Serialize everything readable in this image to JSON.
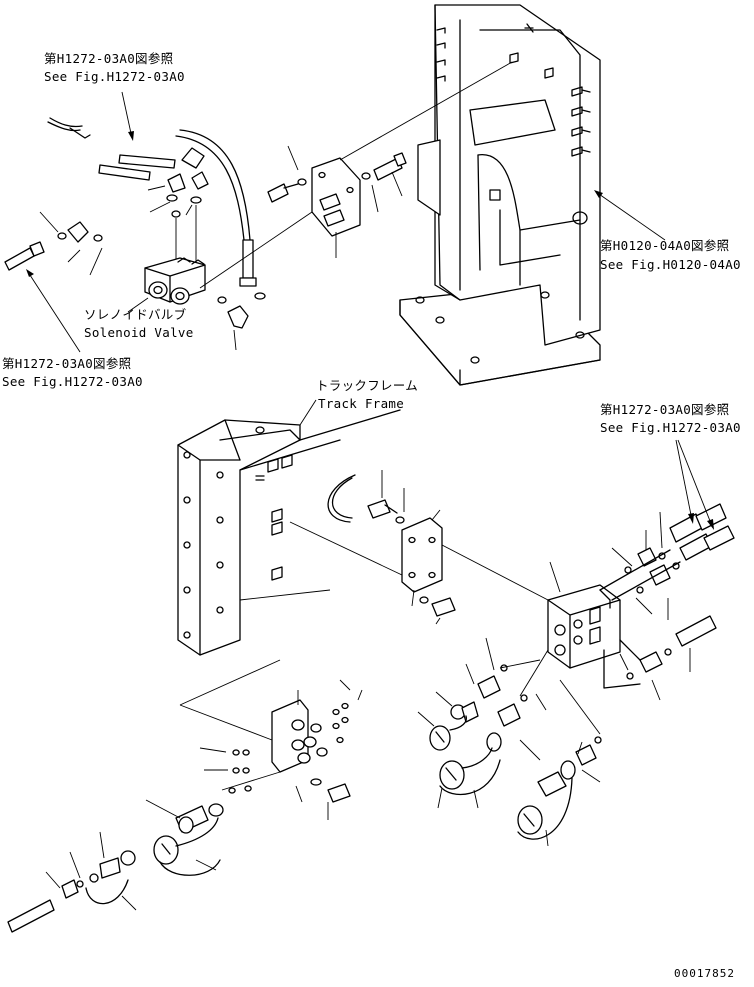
{
  "references": {
    "top_left": {
      "jp": "第H1272-03A0図参照",
      "en": "See Fig.H1272-03A0"
    },
    "mid_left": {
      "jp": "第H1272-03A0図参照",
      "en": "See Fig.H1272-03A0"
    },
    "top_right": {
      "jp": "第H0120-04A0図参照",
      "en": "See Fig.H0120-04A0"
    },
    "mid_right": {
      "jp": "第H1272-03A0図参照",
      "en": "See Fig.H1272-03A0"
    }
  },
  "parts": {
    "solenoid_valve": {
      "jp": "ソレノイドバルブ",
      "en": "Solenoid Valve"
    },
    "track_frame": {
      "jp": "トラックフレーム",
      "en": "Track Frame"
    }
  },
  "drawing_number": "00017852"
}
